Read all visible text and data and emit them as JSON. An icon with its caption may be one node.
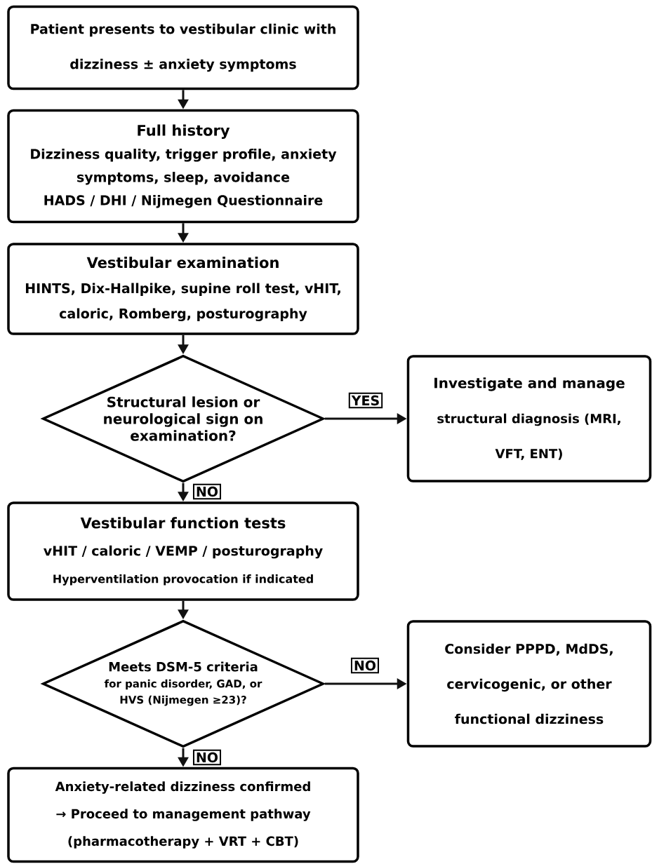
{
  "diagram": {
    "nodes": [
      {
        "text": [
          "Patient presents to vestibular clinic with dizziness ± anxiety symptoms"
        ]
      },
      {
        "text": [
          "Full history",
          "Dizziness quality, trigger profile, anxiety symptoms, sleep, avoidance",
          "HADS / DHI / Nijmegen Questionnaire"
        ]
      },
      {
        "text": [
          "Vestibular examination",
          "HINTS, Dix-Hallpike, supine roll test, vHIT, caloric, Romberg, posturography"
        ]
      },
      {
        "text": [
          "Structural lesion or neurological sign on examination?"
        ]
      },
      {
        "text": [
          "Investigate and manage",
          "structural diagnosis (MRI, VFT, ENT)"
        ]
      },
      {
        "text": [
          "Vestibular function tests",
          "vHIT / caloric / VEMP / posturography",
          "Hyperventilation provocation if indicated"
        ]
      },
      {
        "text": [
          "Meets DSM-5 criteria",
          "for panic disorder, GAD, or HVS (Nijmegen ≥23)?"
        ]
      },
      {
        "text": [
          "Consider PPPD, MdDS, cervicogenic, or other functional dizziness"
        ]
      },
      {
        "text": [
          "Anxiety-related dizziness confirmed",
          "→ Proceed to management pathway",
          "(pharmacotherapy + VRT + CBT)"
        ]
      }
    ],
    "edges": [
      {
        "from": 0,
        "to": 1,
        "arrow": "to"
      },
      {
        "from": 1,
        "to": 2,
        "arrow": "to"
      },
      {
        "from": 2,
        "to": 3,
        "arrow": "to"
      },
      {
        "from": 3,
        "to": 4,
        "arrow": "to",
        "label": "YES"
      },
      {
        "from": 3,
        "to": 5,
        "arrow": "to",
        "label": "NO"
      },
      {
        "from": 5,
        "to": 6,
        "arrow": "to"
      },
      {
        "from": 6,
        "to": 7,
        "arrow": "to",
        "label": "NO"
      },
      {
        "from": 6,
        "to": 8,
        "arrow": "to",
        "label": "NO"
      }
    ]
  }
}
